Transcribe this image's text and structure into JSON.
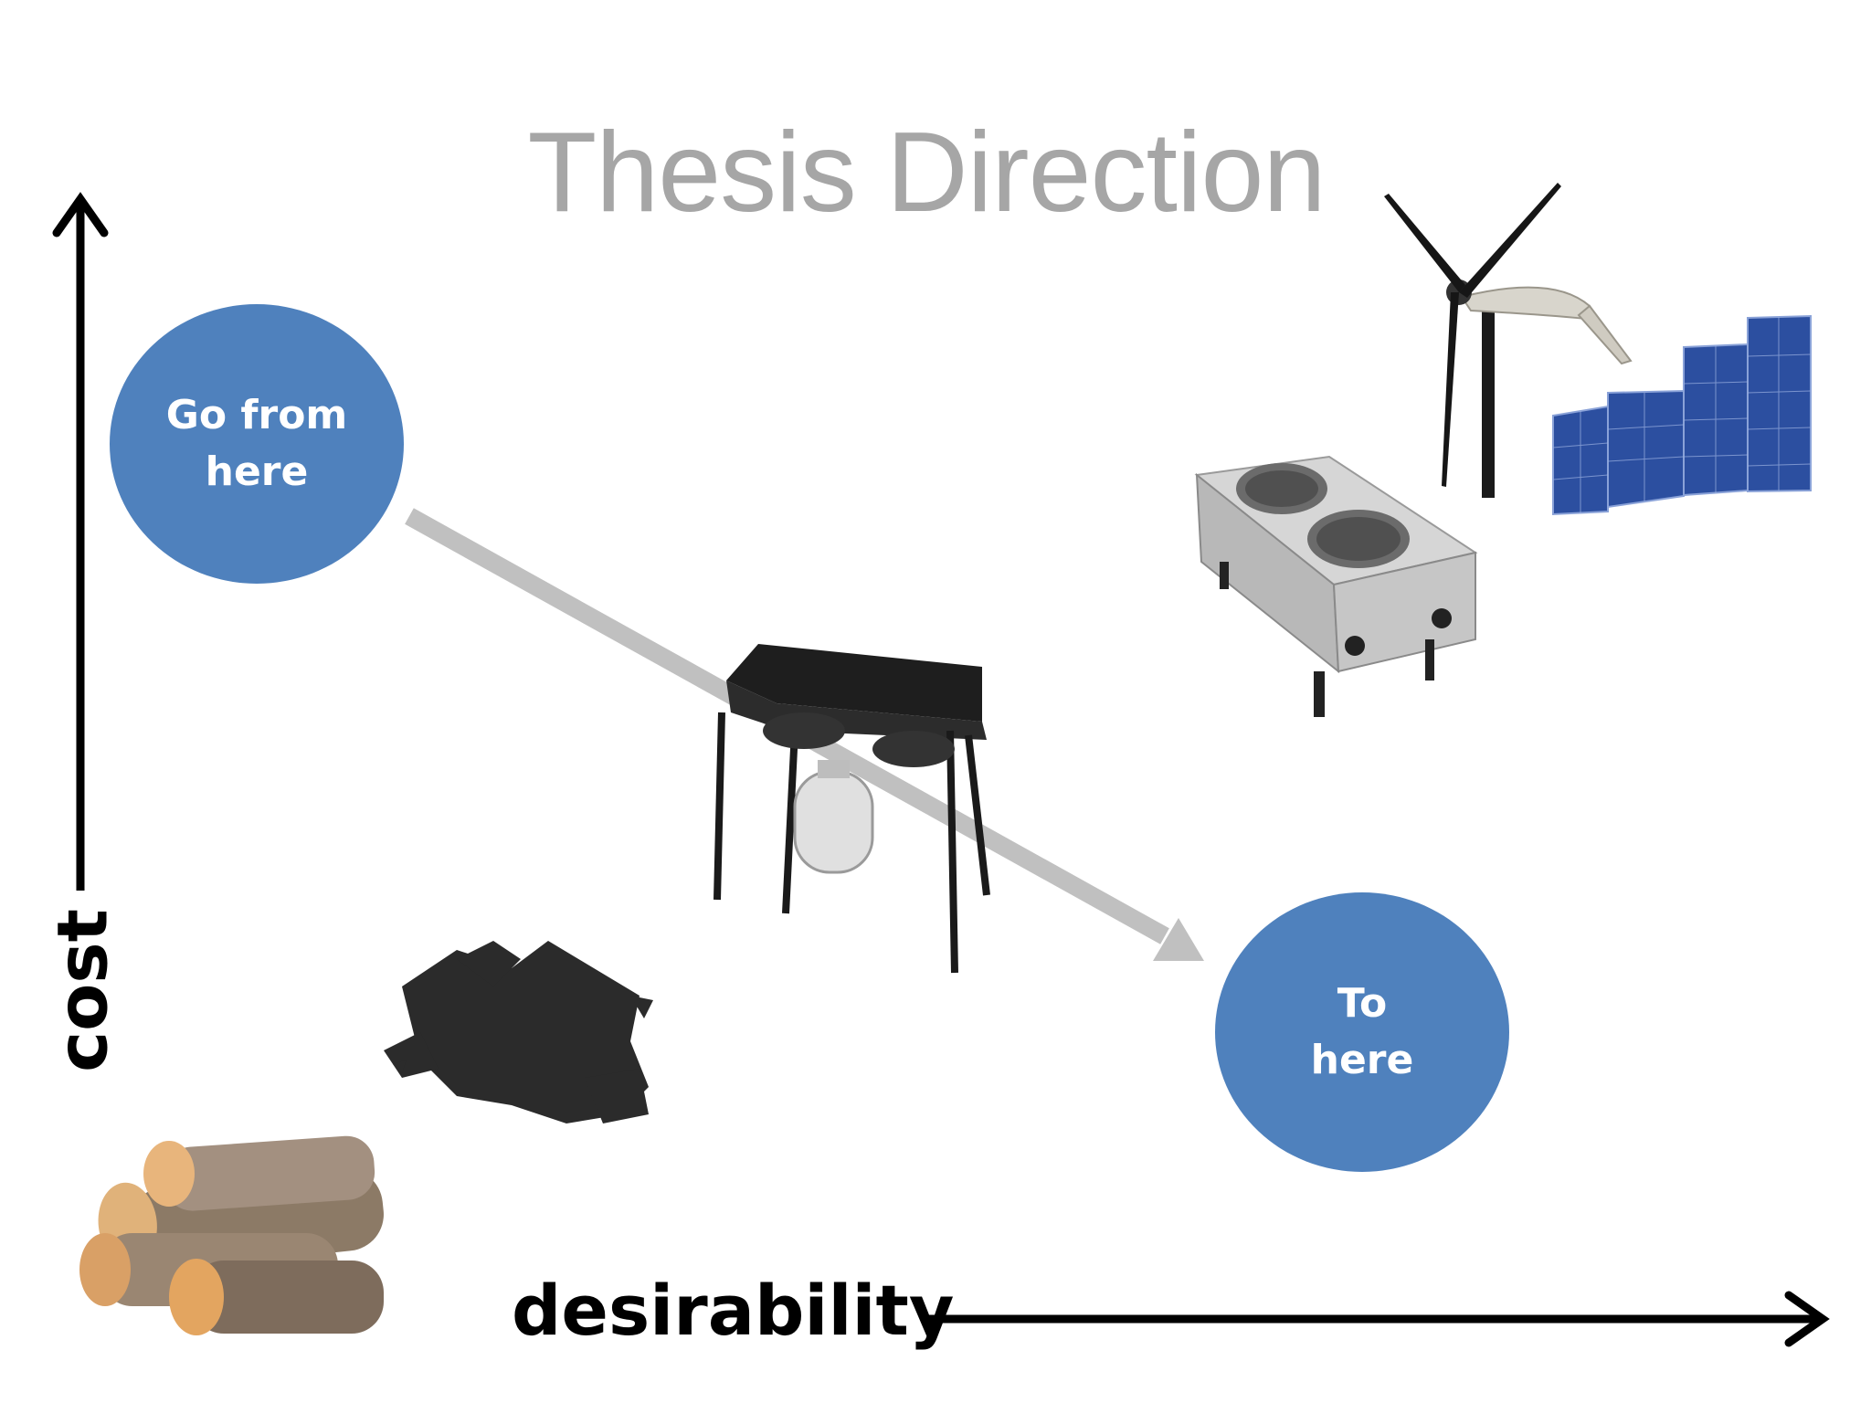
{
  "slide": {
    "title": "Thesis Direction",
    "start_label": "Go from\nhere",
    "end_label": "To\nhere",
    "x_axis_label": "desirability",
    "y_axis_label": "cost"
  },
  "items": [
    {
      "icon": "firewood-icon"
    },
    {
      "icon": "charcoal-icon"
    },
    {
      "icon": "propane-stove-icon"
    },
    {
      "icon": "electric-hotplate-icon"
    },
    {
      "icon": "wind-turbine-icon"
    },
    {
      "icon": "solar-panels-icon"
    }
  ],
  "colors": {
    "circle": "#4f81bd",
    "title": "#a6a6a6",
    "direction_arrow": "#c0c0c0",
    "axis": "#000000"
  }
}
